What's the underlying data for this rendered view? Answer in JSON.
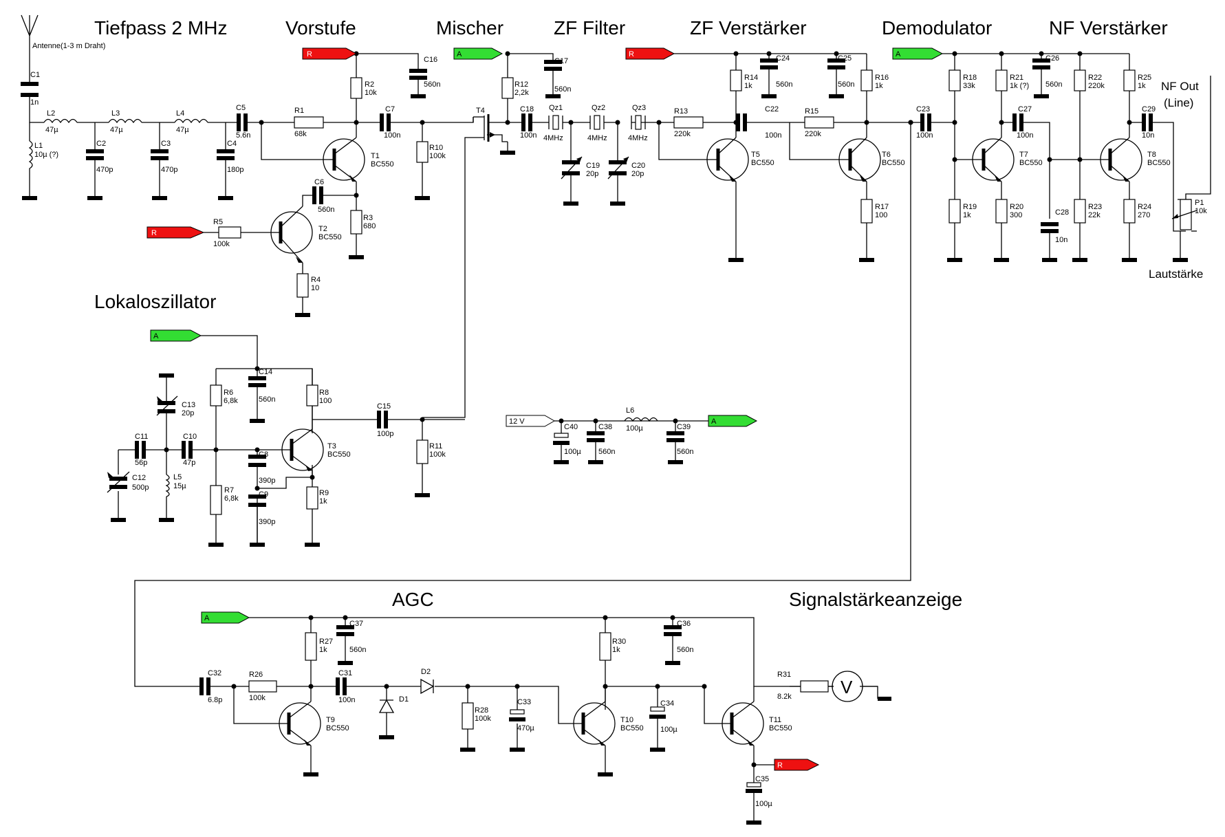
{
  "sections": {
    "tiefpass": "Tiefpass 2 MHz",
    "vorstufe": "Vorstufe",
    "mischer": "Mischer",
    "zf_filter": "ZF Filter",
    "zf_verstaerker": "ZF Verstärker",
    "demodulator": "Demodulator",
    "nf_verstaerker": "NF Verstärker",
    "lokaloszillator": "Lokaloszillator",
    "agc": "AGC",
    "signalstaerke": "Signalstärkeanzeige"
  },
  "annotations": {
    "antenna": "Antenne(1-3 m Draht)",
    "nf_out_1": "NF Out",
    "nf_out_2": "(Line)",
    "lautstaerke": "Lautstärke",
    "supply": "12 V",
    "meter": "V"
  },
  "rail_flags": {
    "r": "R",
    "a": "A"
  },
  "colors": {
    "flag_r": "#ee1111",
    "flag_a": "#33dd33",
    "wire": "#000000"
  },
  "components": {
    "C1": {
      "ref": "C1",
      "val": "1n"
    },
    "L1": {
      "ref": "L1",
      "val": "10µ (?)"
    },
    "L2": {
      "ref": "L2",
      "val": "47µ"
    },
    "L3": {
      "ref": "L3",
      "val": "47µ"
    },
    "L4": {
      "ref": "L4",
      "val": "47µ"
    },
    "C2": {
      "ref": "C2",
      "val": "470p"
    },
    "C3": {
      "ref": "C3",
      "val": "470p"
    },
    "C4": {
      "ref": "C4",
      "val": "180p"
    },
    "C5": {
      "ref": "C5",
      "val": "5.6n"
    },
    "R1": {
      "ref": "R1",
      "val": "68k"
    },
    "R2": {
      "ref": "R2",
      "val": "10k"
    },
    "C16": {
      "ref": "C16",
      "val": "560n"
    },
    "C7": {
      "ref": "C7",
      "val": "100n"
    },
    "R10": {
      "ref": "R10",
      "val": "100k"
    },
    "T1": {
      "ref": "T1",
      "val": "BC550"
    },
    "C6": {
      "ref": "C6",
      "val": "560n"
    },
    "R3": {
      "ref": "R3",
      "val": "680"
    },
    "R5": {
      "ref": "R5",
      "val": "100k"
    },
    "T2": {
      "ref": "T2",
      "val": "BC550"
    },
    "R4": {
      "ref": "R4",
      "val": "10"
    },
    "T4": {
      "ref": "T4",
      "val": ""
    },
    "R12": {
      "ref": "R12",
      "val": "2,2k"
    },
    "C17": {
      "ref": "C17",
      "val": "560n"
    },
    "C18": {
      "ref": "C18",
      "val": "100n"
    },
    "Qz1": {
      "ref": "Qz1",
      "val": "4MHz"
    },
    "Qz2": {
      "ref": "Qz2",
      "val": "4MHz"
    },
    "Qz3": {
      "ref": "Qz3",
      "val": "4MHz"
    },
    "C19": {
      "ref": "C19",
      "val": "20p"
    },
    "C20": {
      "ref": "C20",
      "val": "20p"
    },
    "R13": {
      "ref": "R13",
      "val": "220k"
    },
    "R14": {
      "ref": "R14",
      "val": "1k"
    },
    "C24": {
      "ref": "C24",
      "val": "560n"
    },
    "C25": {
      "ref": "C25",
      "val": "560n"
    },
    "C22": {
      "ref": "C22",
      "val": "100n"
    },
    "R15": {
      "ref": "R15",
      "val": "220k"
    },
    "R16": {
      "ref": "R16",
      "val": "1k"
    },
    "T5": {
      "ref": "T5",
      "val": "BC550"
    },
    "T6": {
      "ref": "T6",
      "val": "BC550"
    },
    "R17": {
      "ref": "R17",
      "val": "100"
    },
    "C23": {
      "ref": "C23",
      "val": "100n"
    },
    "R18": {
      "ref": "R18",
      "val": "33k"
    },
    "R21": {
      "ref": "R21",
      "val": "1k (?)"
    },
    "C26": {
      "ref": "C26",
      "val": "560n"
    },
    "C27": {
      "ref": "C27",
      "val": "100n"
    },
    "R22": {
      "ref": "R22",
      "val": "220k"
    },
    "R25": {
      "ref": "R25",
      "val": "1k"
    },
    "C29": {
      "ref": "C29",
      "val": "10n"
    },
    "T7": {
      "ref": "T7",
      "val": "BC550"
    },
    "T8": {
      "ref": "T8",
      "val": "BC550"
    },
    "R19": {
      "ref": "R19",
      "val": "1k"
    },
    "R20": {
      "ref": "R20",
      "val": "300"
    },
    "C28": {
      "ref": "C28",
      "val": "10n"
    },
    "R23": {
      "ref": "R23",
      "val": "22k"
    },
    "R24": {
      "ref": "R24",
      "val": "270"
    },
    "P1": {
      "ref": "P1",
      "val": "10k"
    },
    "C14": {
      "ref": "C14",
      "val": "560n"
    },
    "R6": {
      "ref": "R6",
      "val": "6,8k"
    },
    "R8": {
      "ref": "R8",
      "val": "100"
    },
    "C13": {
      "ref": "C13",
      "val": "20p"
    },
    "C11": {
      "ref": "C11",
      "val": "56p"
    },
    "C10": {
      "ref": "C10",
      "val": "47p"
    },
    "C12": {
      "ref": "C12",
      "val": "500p"
    },
    "L5": {
      "ref": "L5",
      "val": "15µ"
    },
    "C8": {
      "ref": "C8",
      "val": "390p"
    },
    "C9": {
      "ref": "C9",
      "val": "390p"
    },
    "T3": {
      "ref": "T3",
      "val": "BC550"
    },
    "R7": {
      "ref": "R7",
      "val": "6,8k"
    },
    "R9": {
      "ref": "R9",
      "val": "1k"
    },
    "C15": {
      "ref": "C15",
      "val": "100p"
    },
    "R11": {
      "ref": "R11",
      "val": "100k"
    },
    "C40": {
      "ref": "C40",
      "val": "100µ"
    },
    "C38": {
      "ref": "C38",
      "val": "560n"
    },
    "L6": {
      "ref": "L6",
      "val": "100µ"
    },
    "C39": {
      "ref": "C39",
      "val": "560n"
    },
    "R27": {
      "ref": "R27",
      "val": "1k"
    },
    "C37": {
      "ref": "C37",
      "val": "560n"
    },
    "C32": {
      "ref": "C32",
      "val": "6.8p"
    },
    "R26": {
      "ref": "R26",
      "val": "100k"
    },
    "C31": {
      "ref": "C31",
      "val": "100n"
    },
    "D1": {
      "ref": "D1",
      "val": ""
    },
    "D2": {
      "ref": "D2",
      "val": ""
    },
    "R28": {
      "ref": "R28",
      "val": "100k"
    },
    "C33": {
      "ref": "C33",
      "val": "470µ"
    },
    "T9": {
      "ref": "T9",
      "val": "BC550"
    },
    "R30": {
      "ref": "R30",
      "val": "1k"
    },
    "C36": {
      "ref": "C36",
      "val": "560n"
    },
    "C34": {
      "ref": "C34",
      "val": "100µ"
    },
    "T10": {
      "ref": "T10",
      "val": "BC550"
    },
    "R31": {
      "ref": "R31",
      "val": "8.2k"
    },
    "T11": {
      "ref": "T11",
      "val": "BC550"
    },
    "C35": {
      "ref": "C35",
      "val": "100µ"
    }
  }
}
